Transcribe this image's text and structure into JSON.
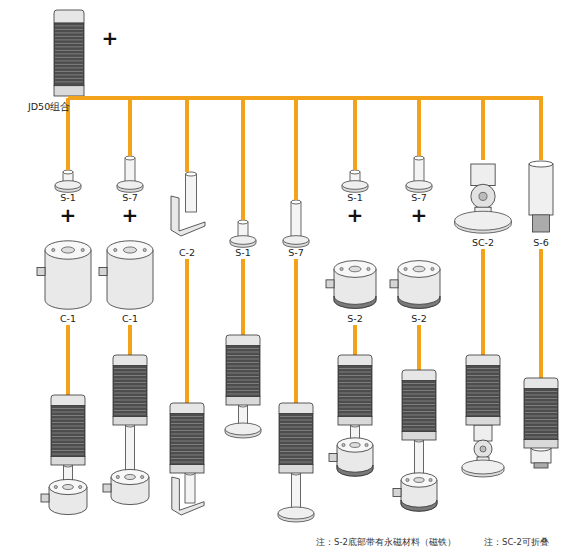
{
  "diagram": {
    "nodes": [
      {
        "text": [
          "JD50组合"
        ]
      },
      {
        "text": [
          "S-1"
        ]
      },
      {
        "text": [
          "S-7"
        ]
      },
      {
        "text": [
          "C-2"
        ]
      },
      {
        "text": [
          "S-1"
        ]
      },
      {
        "text": [
          "S-7"
        ]
      },
      {
        "text": [
          "S-1"
        ]
      },
      {
        "text": [
          "S-7"
        ]
      },
      {
        "text": [
          "SC-2"
        ]
      },
      {
        "text": [
          "S-6"
        ]
      },
      {
        "text": [
          "C-1"
        ]
      },
      {
        "text": [
          "C-1"
        ]
      },
      {
        "text": [
          "S-2"
        ]
      },
      {
        "text": [
          "S-2"
        ]
      }
    ],
    "edges": [
      {
        "from": 0,
        "to": 1,
        "arrow": "none"
      },
      {
        "from": 0,
        "to": 2,
        "arrow": "none"
      },
      {
        "from": 0,
        "to": 3,
        "arrow": "none"
      },
      {
        "from": 0,
        "to": 4,
        "arrow": "none"
      },
      {
        "from": 0,
        "to": 5,
        "arrow": "none"
      },
      {
        "from": 0,
        "to": 6,
        "arrow": "none"
      },
      {
        "from": 0,
        "to": 7,
        "arrow": "none"
      },
      {
        "from": 0,
        "to": 8,
        "arrow": "none"
      },
      {
        "from": 0,
        "to": 9,
        "arrow": "none"
      }
    ],
    "labels": [
      "+",
      "+",
      "+",
      "+",
      "+",
      "注：S-2底部带有永磁材料（磁铁）",
      "注：SC-2可折叠"
    ]
  }
}
